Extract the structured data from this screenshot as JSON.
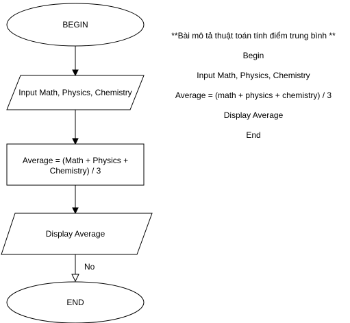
{
  "nodes": {
    "begin": "BEGIN",
    "input": "Input Math, Physics, Chemistry",
    "process_line1": "Average = (Math + Physics +",
    "process_line2": "Chemistry) / 3",
    "display": "Display Average",
    "end": "END"
  },
  "edges": {
    "display_to_end_label": "No"
  },
  "description": {
    "title": "**Bài mô tả thuật toán tính điểm trung bình **",
    "lines": [
      "Begin",
      "Input Math, Physics, Chemistry",
      "Average = (math + physics + chemistry) / 3",
      "Display Average",
      "End"
    ]
  }
}
